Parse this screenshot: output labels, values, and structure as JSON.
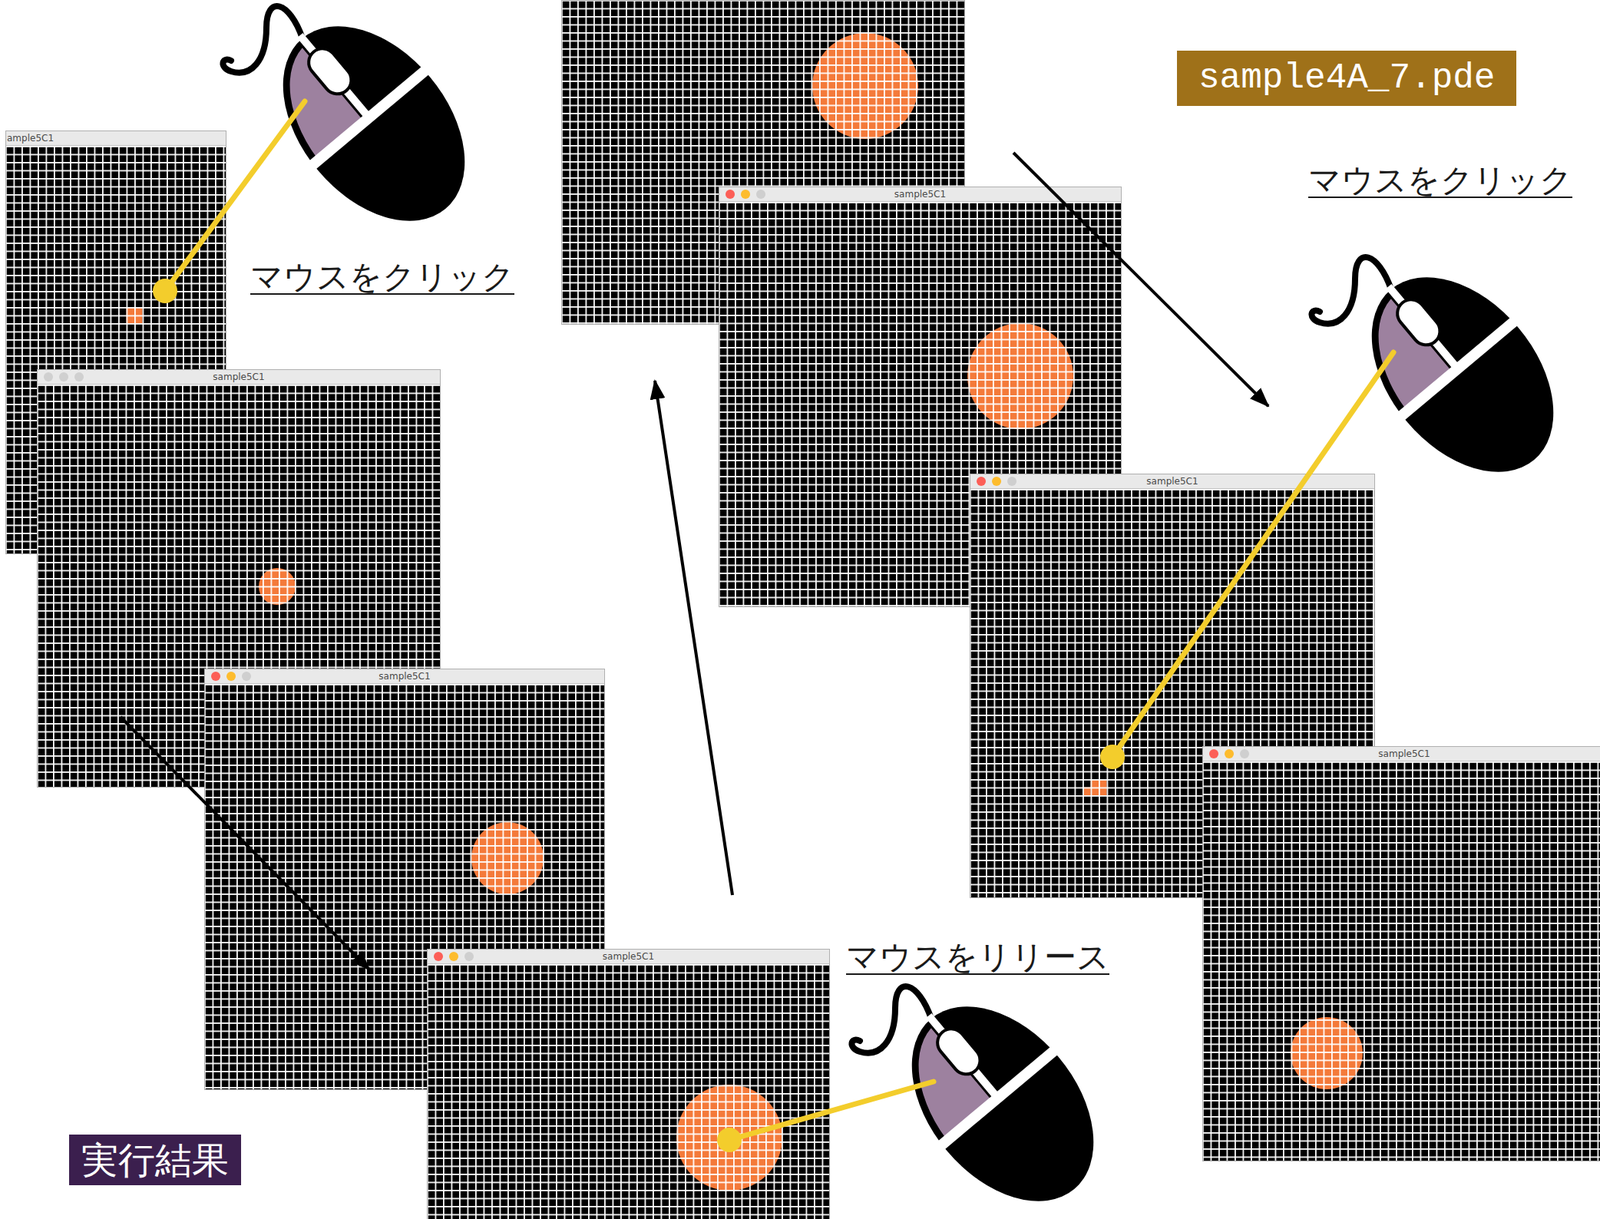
{
  "diagram": {
    "nodes": [
      {
        "text": [
          "sample4A_7.pde"
        ]
      },
      {
        "text": [
          "ample5C1"
        ]
      },
      {
        "text": [
          "sample5C1"
        ]
      },
      {
        "text": [
          "sample5C1"
        ]
      },
      {
        "text": [
          "sample5C1"
        ]
      },
      {
        "text": [
          "sample5C1"
        ]
      },
      {
        "text": [
          "sample5C1"
        ]
      },
      {
        "text": [
          "sample5C1"
        ]
      },
      {
        "text": [
          "実行結果"
        ]
      }
    ],
    "labels": [
      "マウスをクリック",
      "マウスをクリック",
      "マウスをリリース"
    ]
  }
}
